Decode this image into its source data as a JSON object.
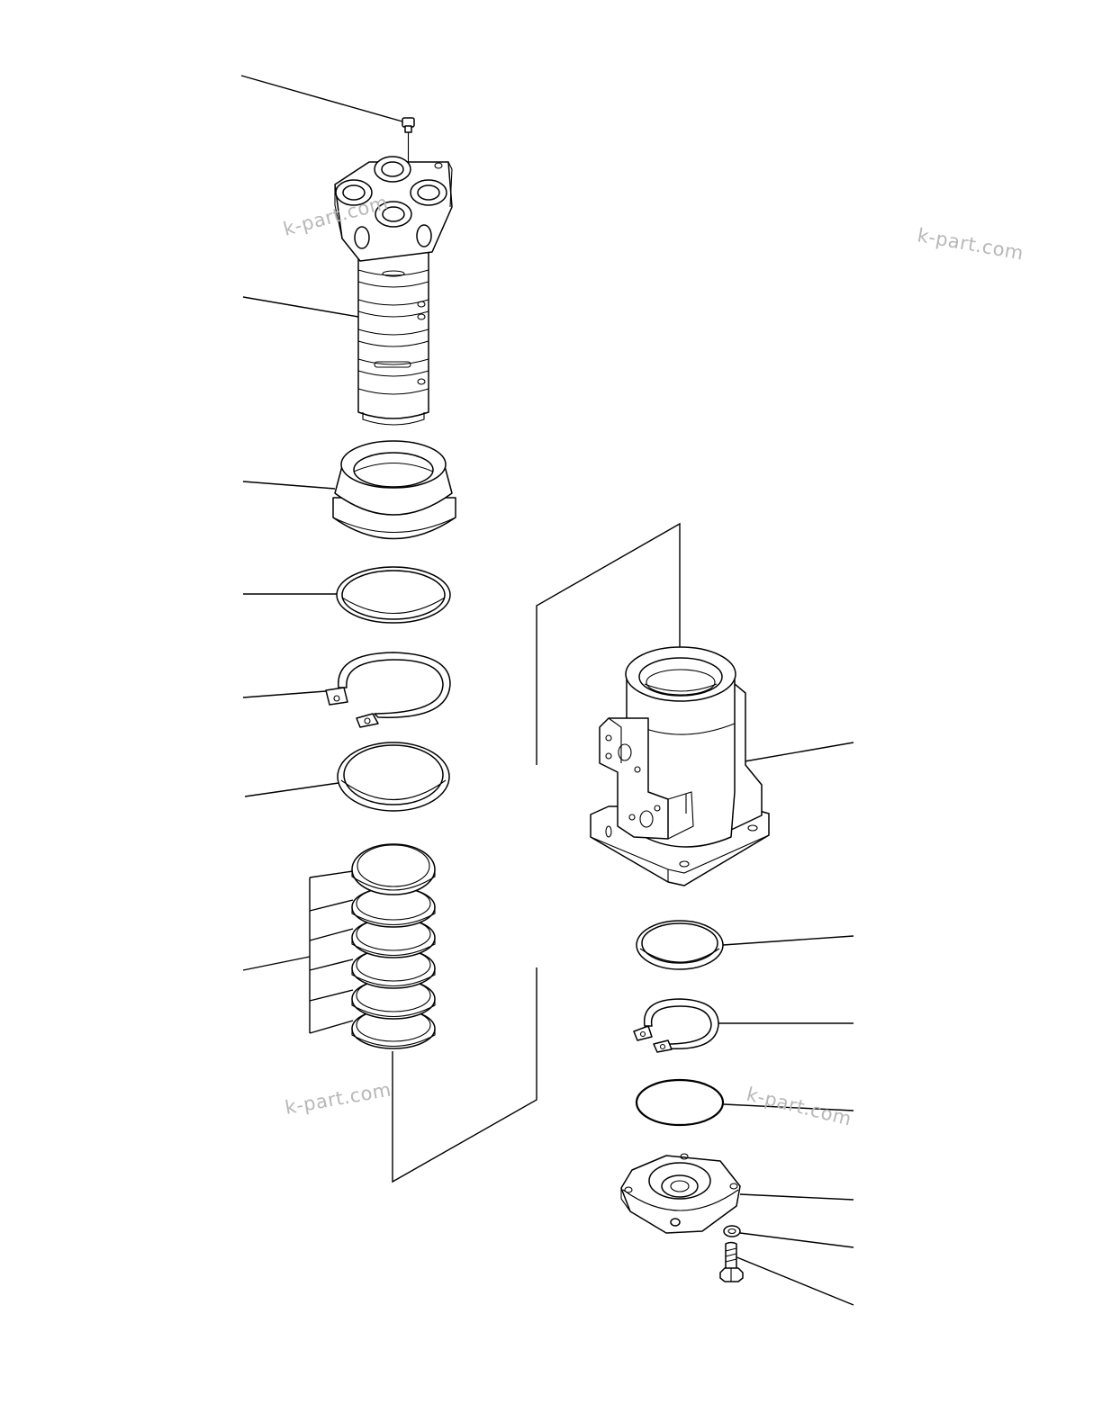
{
  "watermarks": [
    "k-part.com",
    "k-part.com",
    "k-part.com",
    "k-part.com"
  ],
  "parts": [
    {
      "name": "socket-plug",
      "icon": "plug-icon"
    },
    {
      "name": "rotor-shaft",
      "icon": "shaft-icon"
    },
    {
      "name": "cover-cap",
      "icon": "cap-icon"
    },
    {
      "name": "ring",
      "icon": "ring-icon"
    },
    {
      "name": "snap-ring",
      "icon": "snap-ring-icon"
    },
    {
      "name": "seal-ring",
      "icon": "ring-icon"
    },
    {
      "name": "seal-ring-set",
      "icon": "ring-stack-icon"
    },
    {
      "name": "swivel-body",
      "icon": "housing-icon"
    },
    {
      "name": "ring-lower",
      "icon": "ring-icon"
    },
    {
      "name": "snap-ring-lower",
      "icon": "snap-ring-icon"
    },
    {
      "name": "o-ring",
      "icon": "o-ring-icon"
    },
    {
      "name": "end-cover",
      "icon": "cover-icon"
    },
    {
      "name": "washer",
      "icon": "washer-icon"
    },
    {
      "name": "bolt",
      "icon": "bolt-icon"
    }
  ]
}
